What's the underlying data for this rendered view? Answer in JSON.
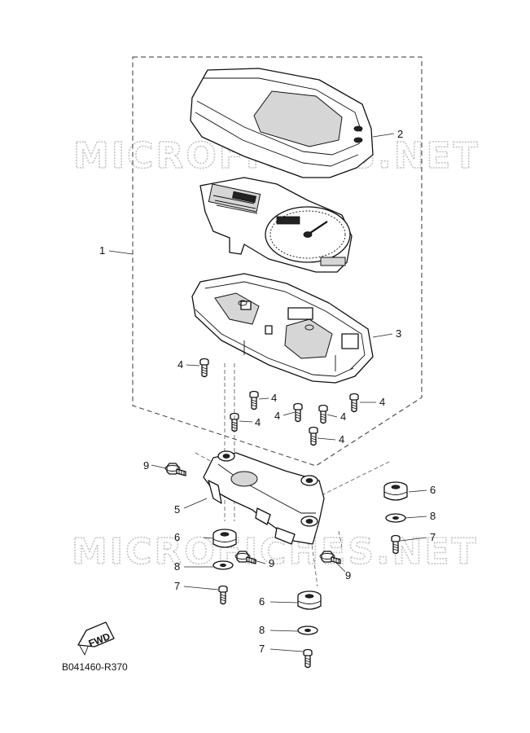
{
  "watermarks": [
    "MICROFICHES.NET",
    "MICROFICHES.NET"
  ],
  "reference_code": "B041460-R370",
  "fwd_label": "FWD",
  "callouts": {
    "c1": "1",
    "c2": "2",
    "c3": "3",
    "c4a": "4",
    "c4b": "4",
    "c4c": "4",
    "c4d": "4",
    "c4e": "4",
    "c4f": "4",
    "c4g": "4",
    "c5": "5",
    "c6a": "6",
    "c6b": "6",
    "c6c": "6",
    "c7a": "7",
    "c7b": "7",
    "c7c": "7",
    "c8a": "8",
    "c8b": "8",
    "c8c": "8",
    "c9a": "9",
    "c9b": "9",
    "c9c": "9"
  }
}
